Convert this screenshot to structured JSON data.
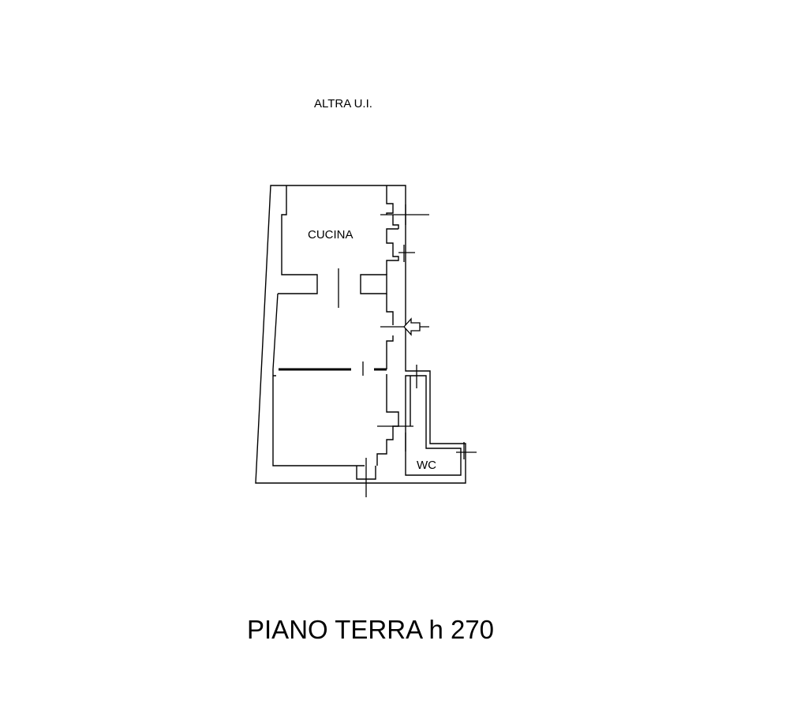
{
  "labels": {
    "neighbor": "ALTRA U.I.",
    "kitchen": "CUCINA",
    "wc": "WC",
    "floor_title": "PIANO TERRA h 270"
  }
}
